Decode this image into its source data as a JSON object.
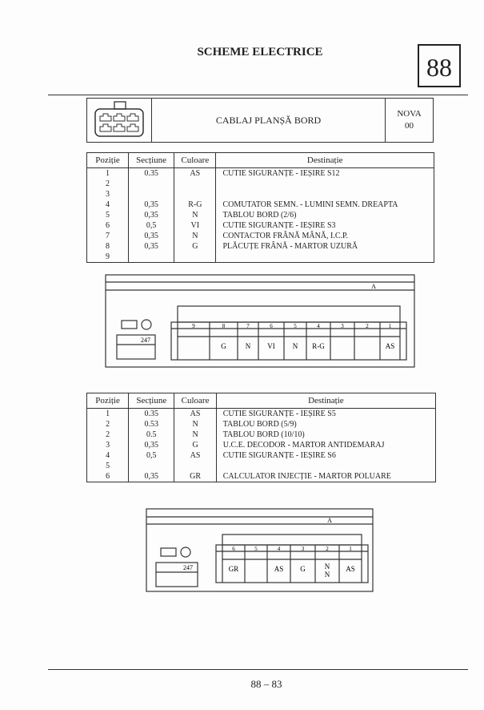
{
  "header": {
    "title": "SCHEME ELECTRICE",
    "page_box": "88"
  },
  "harness": {
    "name": "CABLAJ  PLANȘĂ BORD",
    "revision_label": "NOVA",
    "revision": "00"
  },
  "table_columns": [
    "Poziție",
    "Secțiune",
    "Culoare",
    "Destinație"
  ],
  "table1": [
    [
      "1",
      "0.35",
      "AS",
      "CUTIE SIGURANȚE - IEȘIRE S12"
    ],
    [
      "2",
      "",
      "",
      ""
    ],
    [
      "3",
      "",
      "",
      ""
    ],
    [
      "4",
      "0,35",
      "R-G",
      "COMUTATOR SEMN. - LUMINI SEMN. DREAPTA"
    ],
    [
      "5",
      "0,35",
      "N",
      "TABLOU BORD (2/6)"
    ],
    [
      "6",
      "0,5",
      "VI",
      "CUTIE SIGURANȚE - IEȘIRE S3"
    ],
    [
      "7",
      "0,35",
      "N",
      "CONTACTOR FRÂNĂ MÂNĂ, I.C.P."
    ],
    [
      "8",
      "0,35",
      "G",
      "PLĂCUȚE FRÂNĂ - MARTOR UZURĂ"
    ],
    [
      "9",
      "",
      "",
      ""
    ]
  ],
  "table2": [
    [
      "1",
      "0.35",
      "AS",
      "CUTIE SIGURANȚE - IEȘIRE S5"
    ],
    [
      "2",
      "0.53",
      "N",
      "TABLOU BORD (5/9)"
    ],
    [
      "2",
      "0.5",
      "N",
      "TABLOU BORD (10/10)"
    ],
    [
      "3",
      "0,35",
      "G",
      "U.C.E. DECODOR - MARTOR ANTIDEMARAJ"
    ],
    [
      "4",
      "0,5",
      "AS",
      "CUTIE SIGURANȚE - IEȘIRE S6"
    ],
    [
      "5",
      "",
      "",
      ""
    ],
    [
      "6",
      "0,35",
      "GR",
      "CALCULATOR  INJECȚIE - MARTOR POLUARE"
    ]
  ],
  "diagram1": {
    "label_a": "A",
    "ref": "247",
    "pins": [
      [
        "9",
        ""
      ],
      [
        "8",
        "G"
      ],
      [
        "7",
        "N"
      ],
      [
        "6",
        "VI"
      ],
      [
        "5",
        "N"
      ],
      [
        "4",
        "R-G"
      ],
      [
        "3",
        ""
      ],
      [
        "2",
        ""
      ],
      [
        "1",
        "AS"
      ]
    ]
  },
  "diagram2": {
    "label_a": "A",
    "ref": "247",
    "pins": [
      [
        "6",
        "GR"
      ],
      [
        "5",
        ""
      ],
      [
        "4",
        "AS"
      ],
      [
        "3",
        "G"
      ],
      [
        "2",
        "N N"
      ],
      [
        "1",
        "AS"
      ]
    ]
  },
  "footer": {
    "page_number": "88 – 83"
  }
}
